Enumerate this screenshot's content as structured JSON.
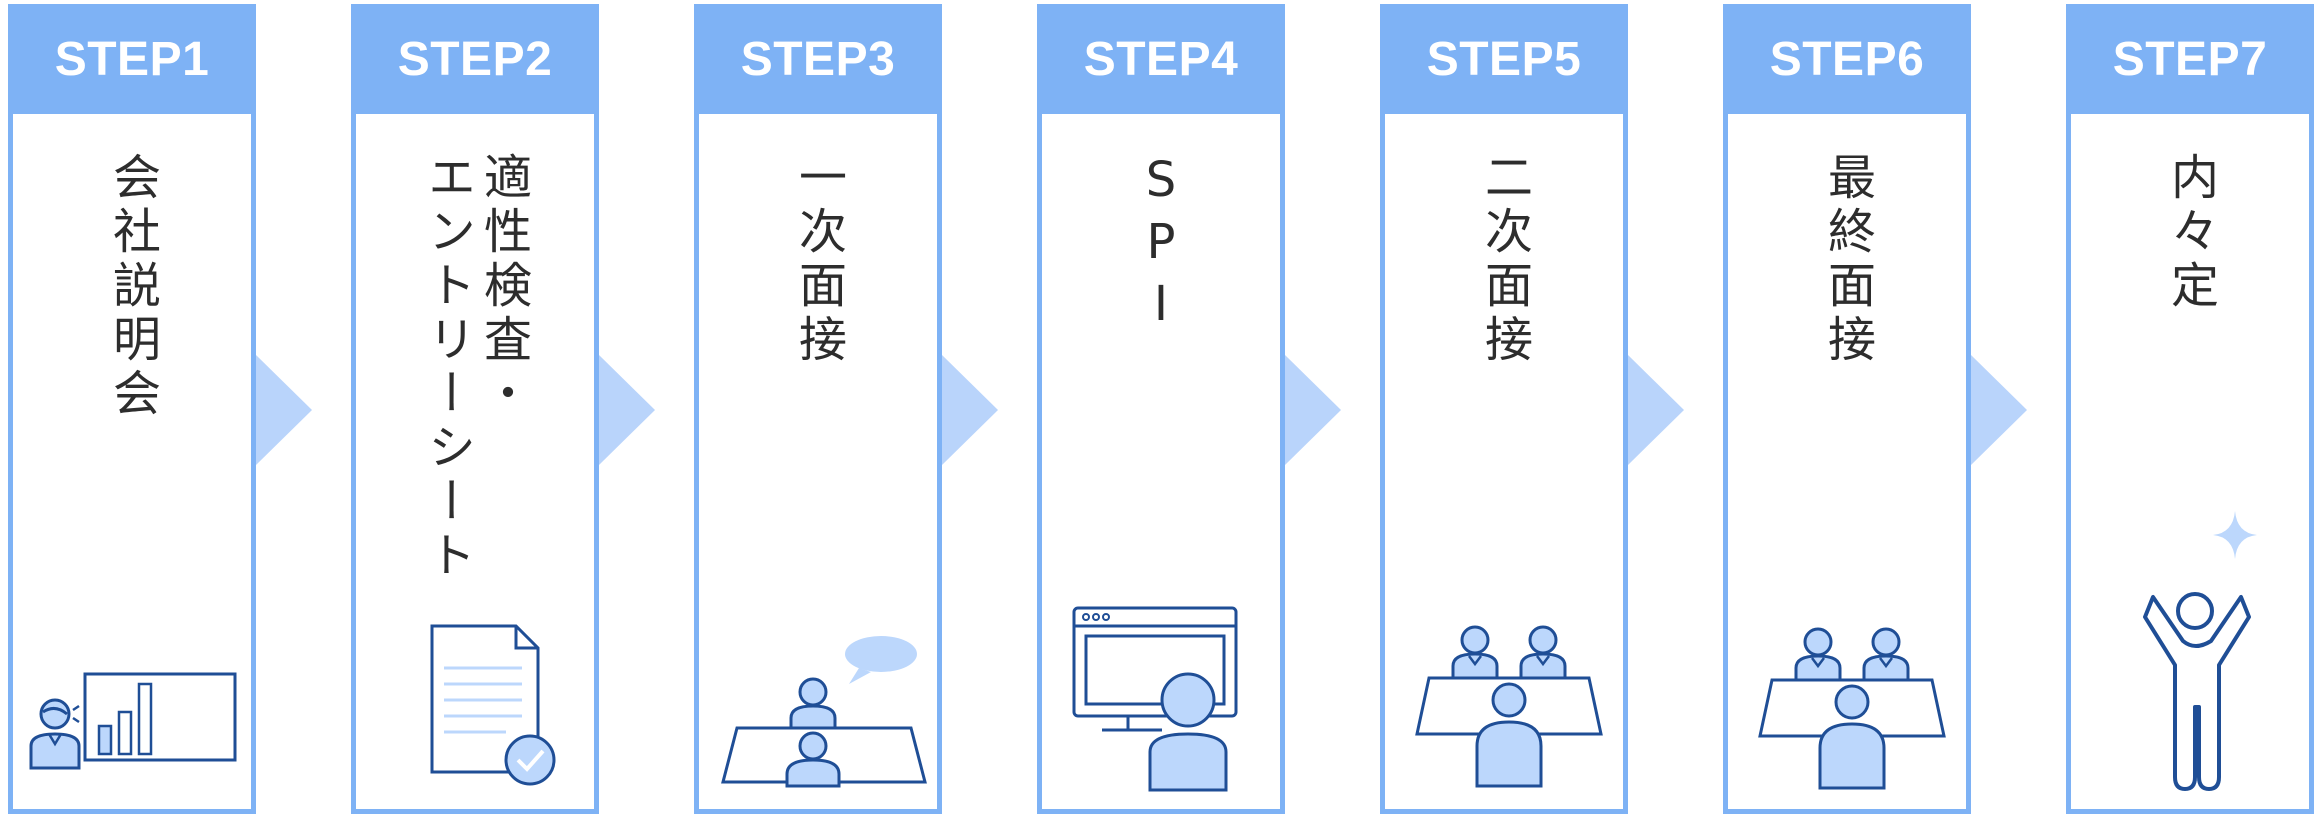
{
  "steps": [
    {
      "label": "STEP1",
      "text": "会社説明会",
      "icon": "presentation-icon"
    },
    {
      "label": "STEP2",
      "text": "適性検査・\nエントリーシート",
      "icon": "document-check-icon"
    },
    {
      "label": "STEP3",
      "text": "一次面接",
      "icon": "one-on-one-interview-icon"
    },
    {
      "label": "STEP4",
      "text": "SPI",
      "icon": "computer-test-icon"
    },
    {
      "label": "STEP5",
      "text": "二次面接",
      "icon": "two-interviewer-icon"
    },
    {
      "label": "STEP6",
      "text": "最終面接",
      "icon": "final-interview-icon"
    },
    {
      "label": "STEP7",
      "text": "内々定",
      "icon": "celebration-person-icon"
    }
  ],
  "colors": {
    "header": "#7eb2f5",
    "arrow": "#b9d4fb",
    "icon_stroke": "#1f4e96",
    "icon_fill": "#bcd7fc"
  }
}
